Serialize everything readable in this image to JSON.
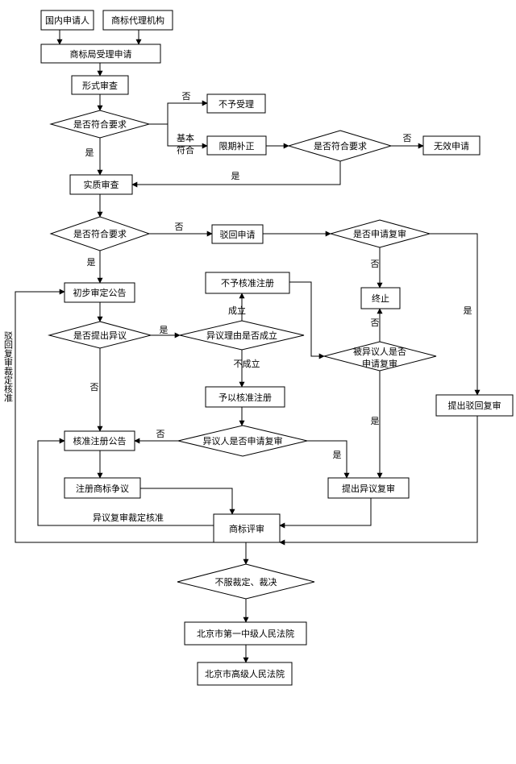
{
  "nodes": {
    "domestic_applicant": "国内申请人",
    "trademark_agency": "商标代理机构",
    "tmo_accept": "商标局受理申请",
    "formal_exam": "形式审查",
    "meets_req_1": "是否符合要求",
    "not_accepted": "不予受理",
    "correction": "限期补正",
    "meets_req_2": "是否符合要求",
    "invalid": "无效申请",
    "substantive_exam": "实质审查",
    "meets_req_3": "是否符合要求",
    "reject": "驳回申请",
    "apply_review_q": "是否申请复审",
    "terminate": "终止",
    "prelim_notice": "初步审定公告",
    "opposition_q": "是否提出异议",
    "opp_reason_q": "异议理由是否成立",
    "not_registered": "不予核准注册",
    "registered": "予以核准注册",
    "opposed_review_q_1": "被异议人是否",
    "opposed_review_q_2": "申请复审",
    "opponent_review_q": "异议人是否申请复审",
    "reg_notice": "核准注册公告",
    "dispute": "注册商标争议",
    "opp_review": "提出异议复审",
    "reject_review": "提出驳回复审",
    "trab": "商标评审",
    "disagree": "不服裁定、裁决",
    "court1": "北京市第一中级人民法院",
    "court2": "北京市高级人民法院"
  },
  "labels": {
    "no": "否",
    "yes": "是",
    "basic_1": "基本",
    "basic_2": "符合",
    "established": "成立",
    "not_established": "不成立",
    "opp_review_approved": "异议复审裁定核准",
    "reject_review_approved": "驳回复审裁定核准"
  }
}
